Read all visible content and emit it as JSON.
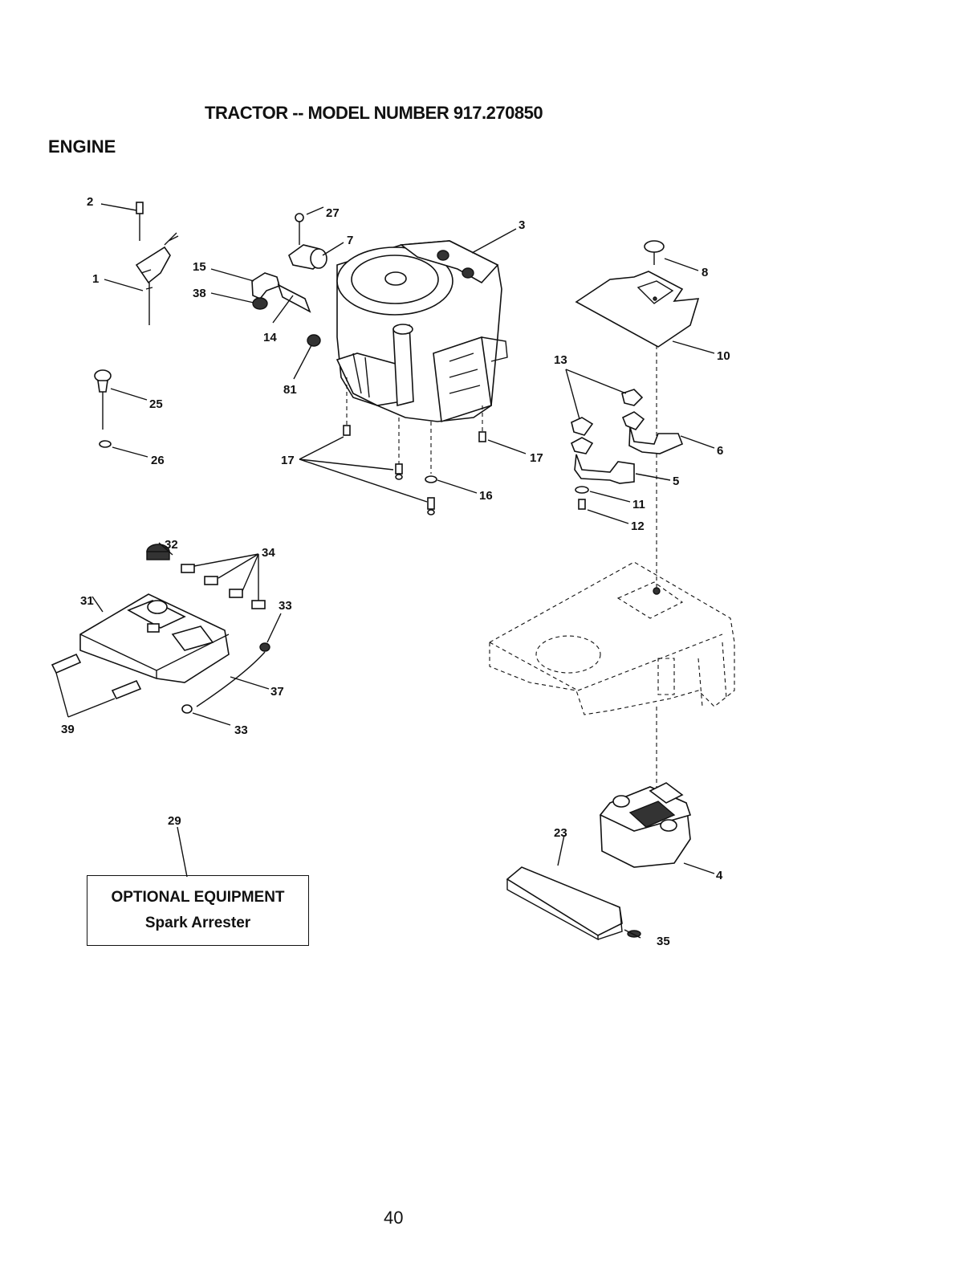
{
  "header": {
    "title": "TRACTOR -- MODEL NUMBER 917.270850",
    "section": "ENGINE"
  },
  "callouts": [
    {
      "id": "1",
      "label": "1"
    },
    {
      "id": "2",
      "label": "2"
    },
    {
      "id": "3",
      "label": "3"
    },
    {
      "id": "4",
      "label": "4"
    },
    {
      "id": "5",
      "label": "5"
    },
    {
      "id": "6",
      "label": "6"
    },
    {
      "id": "7",
      "label": "7"
    },
    {
      "id": "8",
      "label": "8"
    },
    {
      "id": "10",
      "label": "10"
    },
    {
      "id": "11",
      "label": "11"
    },
    {
      "id": "12",
      "label": "12"
    },
    {
      "id": "13",
      "label": "13"
    },
    {
      "id": "14",
      "label": "14"
    },
    {
      "id": "15",
      "label": "15"
    },
    {
      "id": "16",
      "label": "16"
    },
    {
      "id": "17a",
      "label": "17"
    },
    {
      "id": "17b",
      "label": "17"
    },
    {
      "id": "23",
      "label": "23"
    },
    {
      "id": "25",
      "label": "25"
    },
    {
      "id": "26",
      "label": "26"
    },
    {
      "id": "27",
      "label": "27"
    },
    {
      "id": "29",
      "label": "29"
    },
    {
      "id": "31",
      "label": "31"
    },
    {
      "id": "32",
      "label": "32"
    },
    {
      "id": "33a",
      "label": "33"
    },
    {
      "id": "33b",
      "label": "33"
    },
    {
      "id": "34",
      "label": "34"
    },
    {
      "id": "35",
      "label": "35"
    },
    {
      "id": "37",
      "label": "37"
    },
    {
      "id": "38",
      "label": "38"
    },
    {
      "id": "39",
      "label": "39"
    },
    {
      "id": "81",
      "label": "81"
    }
  ],
  "optional_box": {
    "line1": "OPTIONAL EQUIPMENT",
    "line2": "Spark Arrester"
  },
  "footer": {
    "page_number": "40"
  }
}
